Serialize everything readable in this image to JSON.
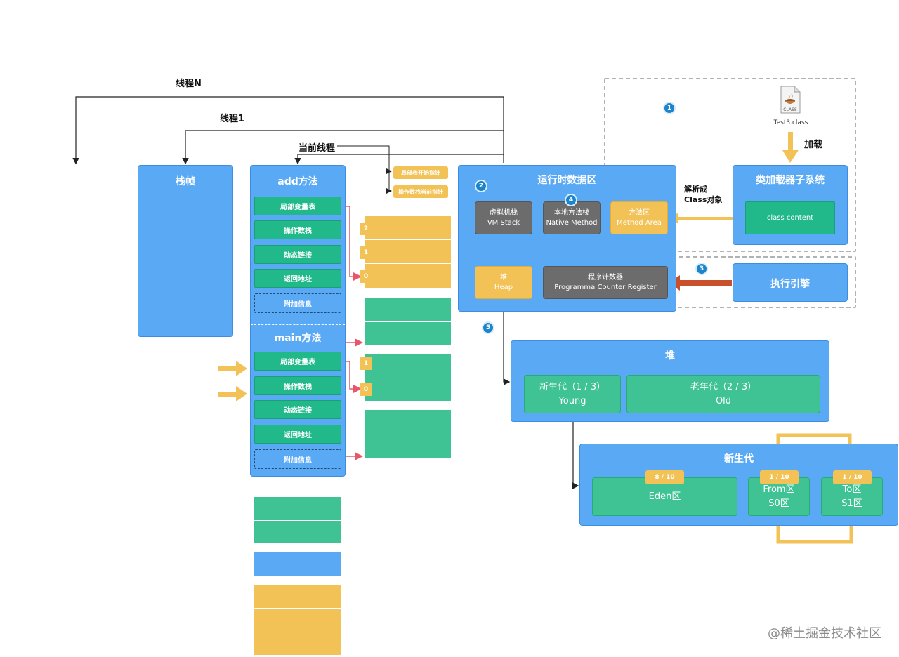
{
  "threads": {
    "thread_n": "线程N",
    "thread_1": "线程1",
    "current": "当前线程"
  },
  "pointers": {
    "local_start": "局部表开始指针",
    "operand_current": "操作数栈当前指针"
  },
  "stack_frame": {
    "title": "栈帧"
  },
  "add_method": {
    "title": "add方法",
    "items": [
      "局部变量表",
      "操作数栈",
      "动态链接",
      "返回地址"
    ],
    "extra": "附加信息",
    "slots": [
      "2",
      "1",
      "0"
    ]
  },
  "main_method": {
    "title": "main方法",
    "items": [
      "局部变量表",
      "操作数栈",
      "动态链接",
      "返回地址"
    ],
    "extra": "附加信息",
    "slots": [
      "1",
      "0"
    ]
  },
  "runtime": {
    "title": "运行时数据区",
    "vm_stack": [
      "虚拟机栈",
      "VM Stack"
    ],
    "native": [
      "本地方法栈",
      "Native Method"
    ],
    "method_area": [
      "方法区",
      "Method Area"
    ],
    "heap": [
      "堆",
      "Heap"
    ],
    "pc": [
      "程序计数器",
      "Programma Counter Register"
    ]
  },
  "class_loader": {
    "title": "类加载器子系统",
    "content": "class content"
  },
  "execution_engine": {
    "title": "执行引擎"
  },
  "class_file": {
    "icon_text": "CLASS",
    "name": "Test3.class"
  },
  "labels": {
    "load": "加载",
    "parse_line1": "解析成",
    "parse_line2": "Class对象"
  },
  "badges": [
    "1",
    "2",
    "3",
    "4",
    "5"
  ],
  "heap_panel": {
    "title": "堆",
    "young": [
      "新生代（1 / 3）",
      "Young"
    ],
    "old": [
      "老年代（2 / 3）",
      "Old"
    ]
  },
  "young_panel": {
    "title": "新生代",
    "eden": "Eden区",
    "eden_ratio": "8 / 10",
    "from": [
      "From区",
      "S0区"
    ],
    "from_ratio": "1 / 10",
    "to": [
      "To区",
      "S1区"
    ],
    "to_ratio": "1 / 10"
  },
  "watermark": "@稀土掘金技术社区",
  "colors": {
    "blue": "#5aa9f5",
    "green": "#21b98a",
    "yellow": "#f2c257",
    "grey": "#6c6c6c",
    "red": "#e8566b",
    "orange_red": "#c8502a"
  }
}
